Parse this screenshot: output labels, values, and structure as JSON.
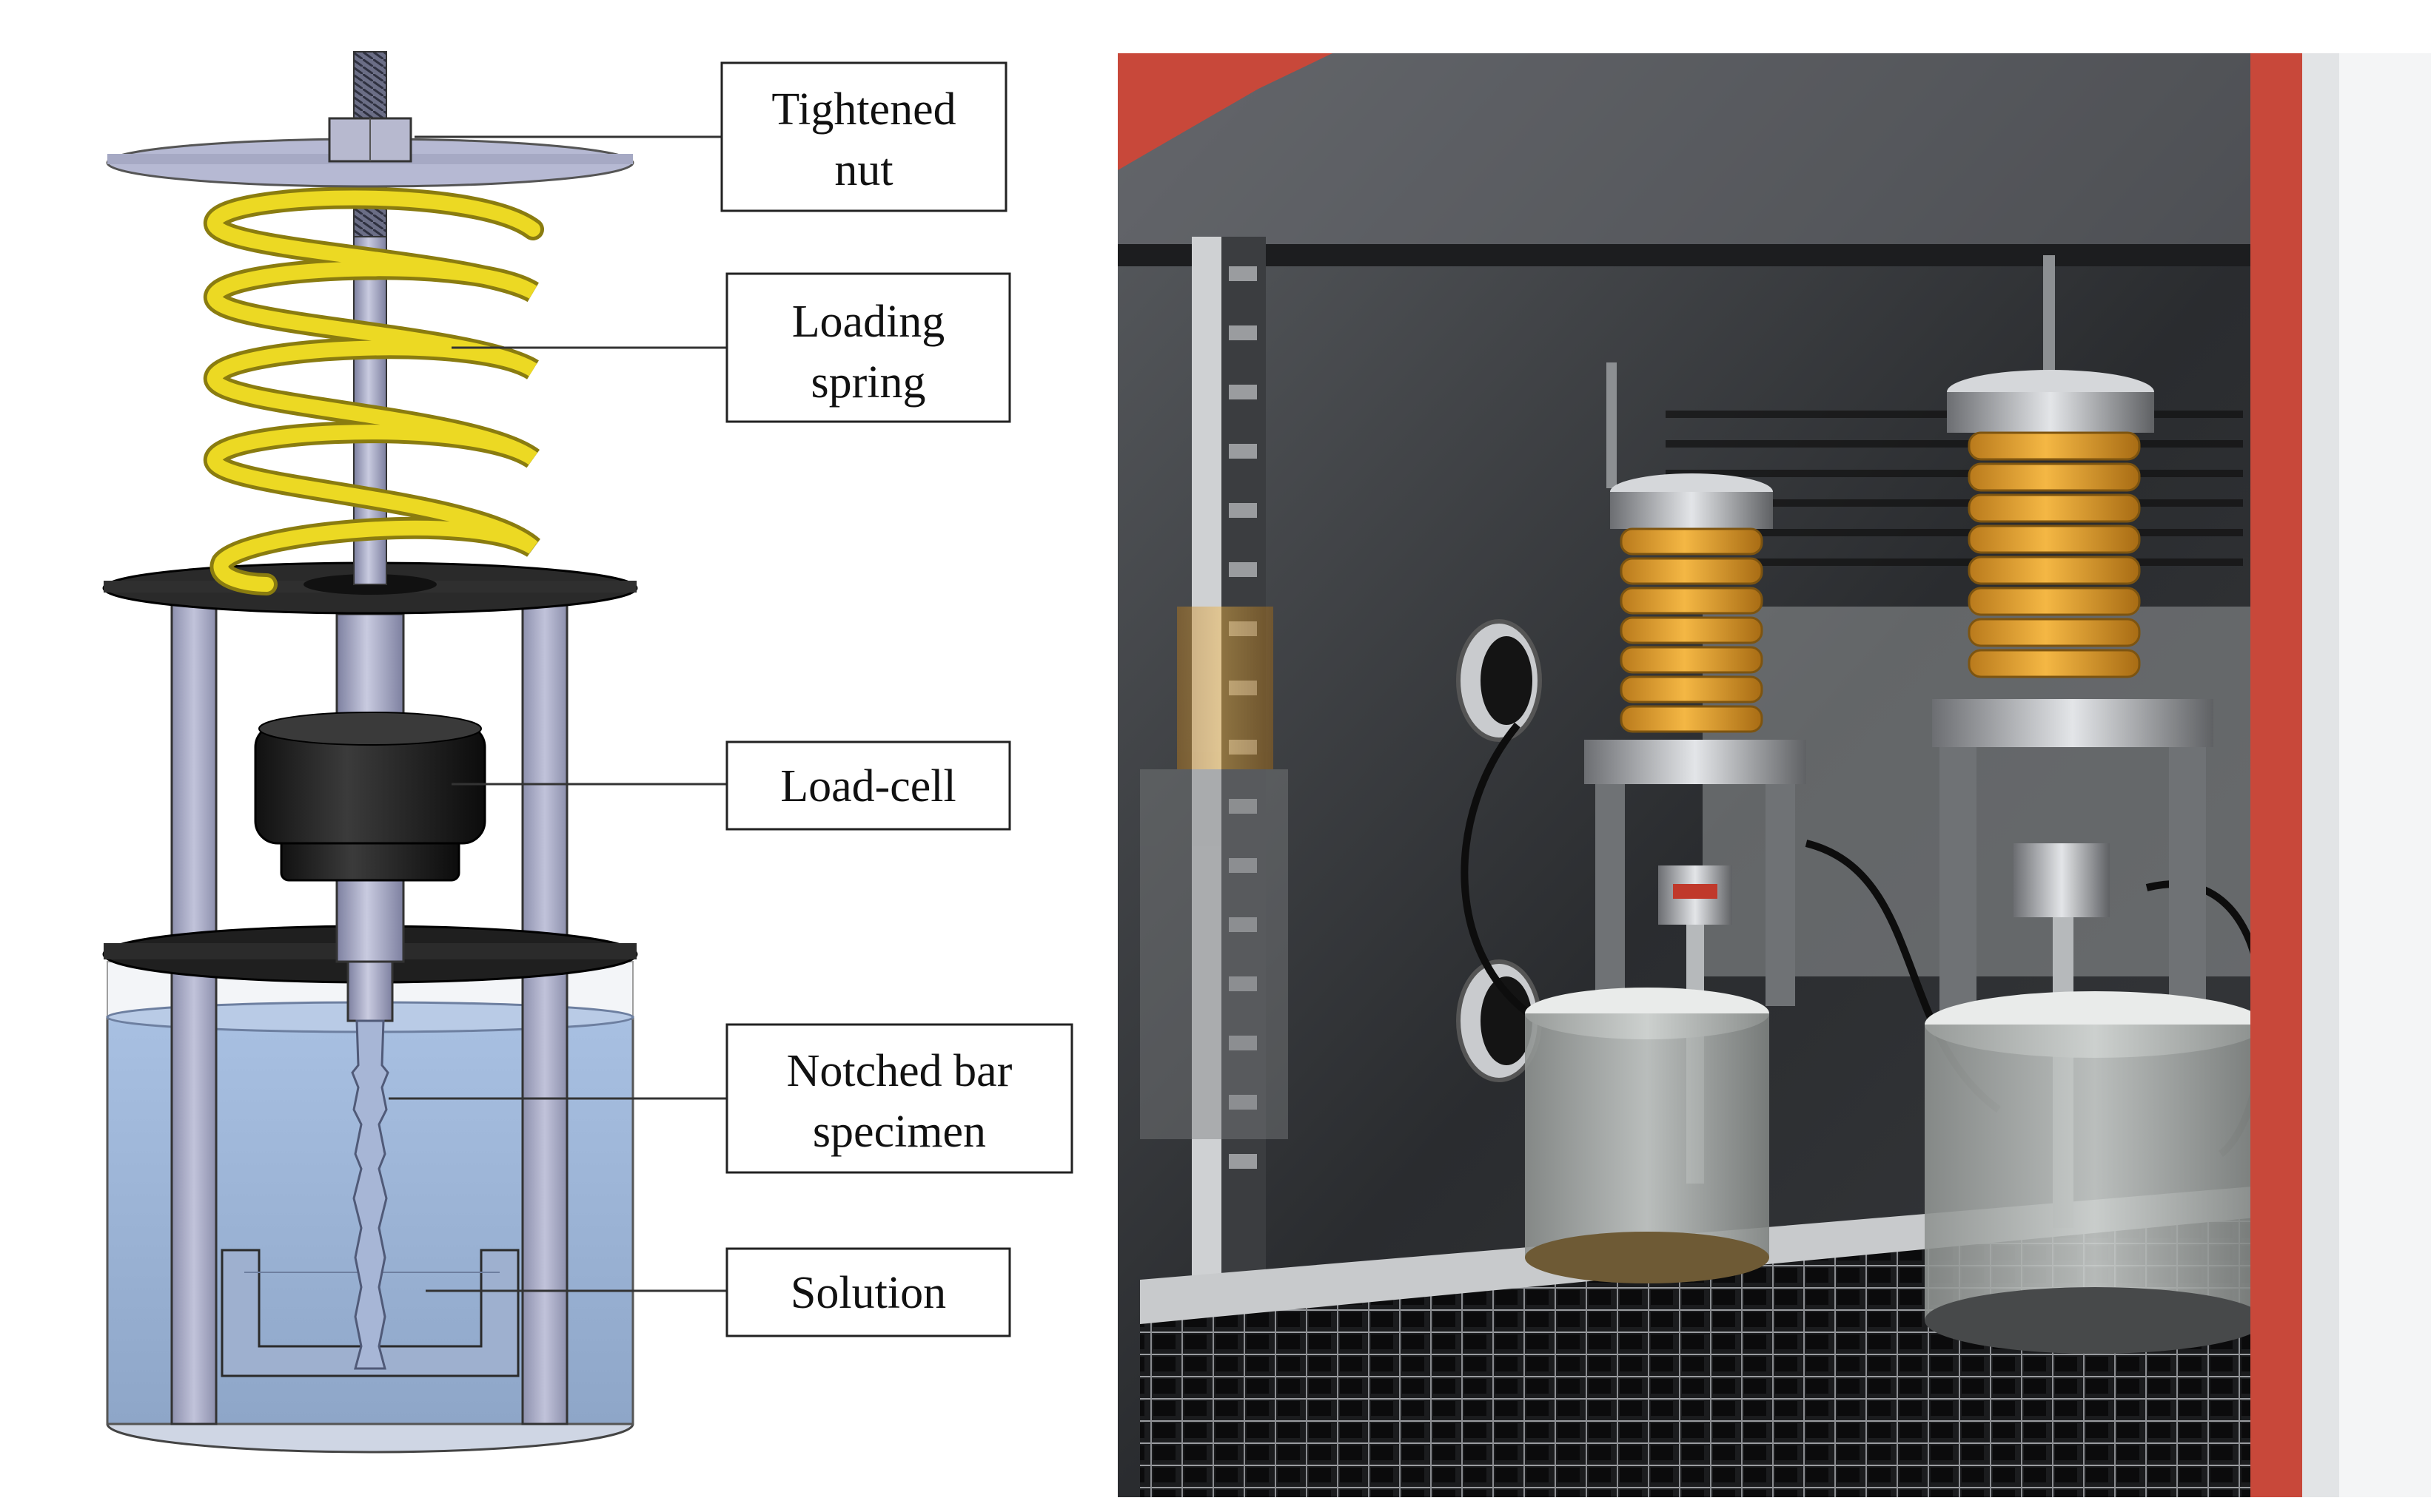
{
  "labels": {
    "tightened_nut": [
      "Tightened",
      "nut"
    ],
    "loading_spring": [
      "Loading",
      "spring"
    ],
    "load_cell": [
      "Load-cell"
    ],
    "notched_bar_specimen": [
      "Notched bar",
      "specimen"
    ],
    "solution": [
      "Solution"
    ]
  },
  "colors": {
    "spring_cad": "#e8d21a",
    "spring_photo": "#e8a630",
    "steel": "#a9acc8",
    "dark_plate": "#2b2b2b",
    "solution": "#9fb7d8",
    "chamber_frame": "#c8483a",
    "chamber_interior": "#2e3033"
  },
  "icons": {
    "load_cell_block": "cylinder",
    "specimen": "notched-bar"
  }
}
